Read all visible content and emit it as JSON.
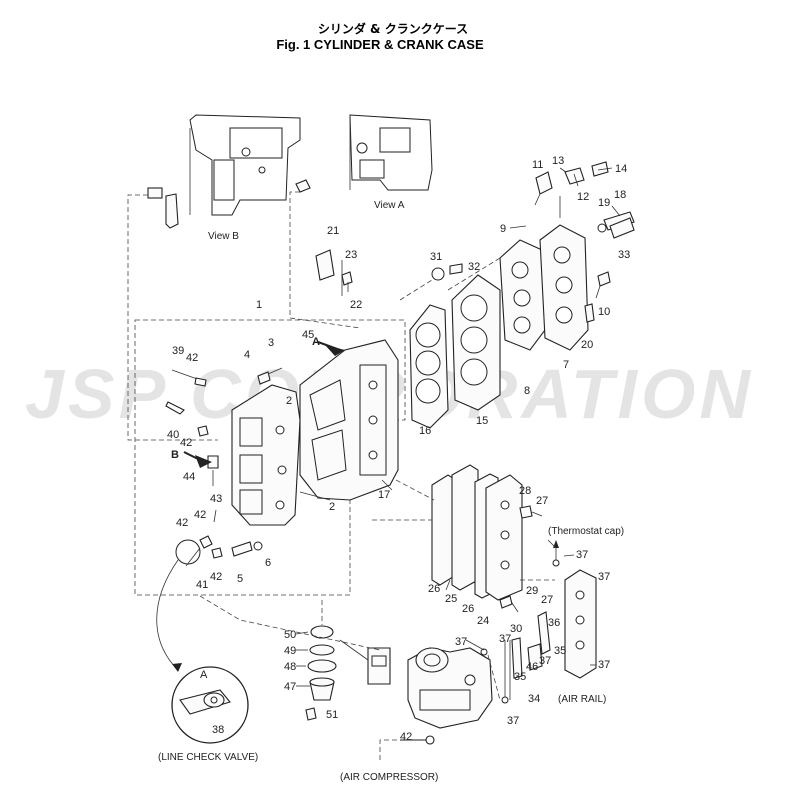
{
  "title_jp": "シリンダ & クランクケース",
  "title_en": "Fig. 1    CYLINDER & CRANK CASE",
  "watermark": "JSP CORPORATION",
  "captions": {
    "view_a": "View A",
    "view_b": "View B",
    "thermostat_cap": "(Thermostat cap)",
    "air_rail": "(AIR RAIL)",
    "line_check_valve": "(LINE CHECK VALVE)",
    "air_compressor": "(AIR COMPRESSOR)",
    "detail_a": "A",
    "arrow_a": "A",
    "arrow_b": "B"
  },
  "part_numbers": {
    "p1": "1",
    "p2a": "2",
    "p2b": "2",
    "p3": "3",
    "p4": "4",
    "p5": "5",
    "p6": "6",
    "p7": "7",
    "p8": "8",
    "p9": "9",
    "p10": "10",
    "p11": "11",
    "p12": "12",
    "p13": "13",
    "p14": "14",
    "p15": "15",
    "p16": "16",
    "p17": "17",
    "p18": "18",
    "p19": "19",
    "p20": "20",
    "p21": "21",
    "p22": "22",
    "p23": "23",
    "p24": "24",
    "p25": "25",
    "p26a": "26",
    "p26b": "26",
    "p27a": "27",
    "p27b": "27",
    "p28": "28",
    "p29": "29",
    "p30": "30",
    "p31": "31",
    "p32": "32",
    "p33": "33",
    "p34": "34",
    "p35a": "35",
    "p35b": "35",
    "p36": "36",
    "p37a": "37",
    "p37b": "37",
    "p37c": "37",
    "p37d": "37",
    "p37e": "37",
    "p37f": "37",
    "p37g": "37",
    "p38": "38",
    "p39": "39",
    "p40": "40",
    "p41": "41",
    "p42a": "42",
    "p42b": "42",
    "p42c": "42",
    "p42d": "42",
    "p42e": "42",
    "p42f": "42",
    "p43": "43",
    "p44": "44",
    "p45": "45",
    "p46": "46",
    "p47": "47",
    "p48": "48",
    "p49": "49",
    "p50": "50",
    "p51": "51"
  }
}
